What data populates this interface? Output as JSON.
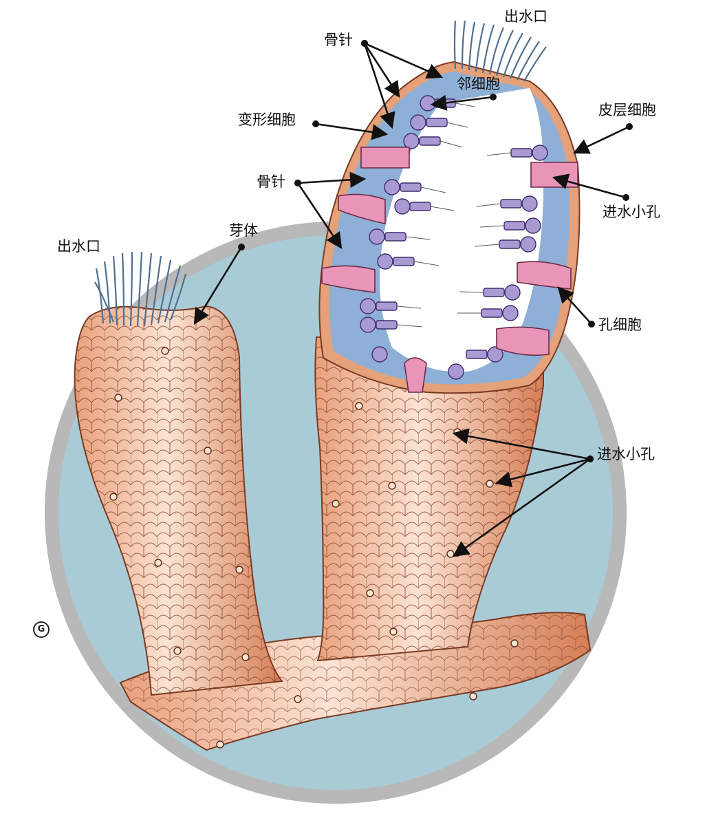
{
  "labels": {
    "osculum_top": "出水口",
    "spicule_top": "骨针",
    "neighbor_cell": "邻细胞",
    "amoebocyte": "变形细胞",
    "pinacocyte": "皮层细胞",
    "spicule_mid": "骨针",
    "ostium_top": "进水小孔",
    "bud": "芽体",
    "osculum_left": "出水口",
    "porocyte": "孔细胞",
    "ostium_bottom": "进水小孔"
  },
  "plate_mark": "G",
  "colors": {
    "background_disc": "#a9cbd6",
    "disc_ring": "#b8b8b8",
    "body_skin": "#f0bfa0",
    "body_shade": "#d98a63",
    "cell_outline": "#7a3a24",
    "mesohyl": "#8fb0d6",
    "choanocyte": "#a99ad4",
    "porocyte": "#e895b8",
    "osculum_bristle": "#4e6f8f",
    "arrow": "#111111"
  }
}
